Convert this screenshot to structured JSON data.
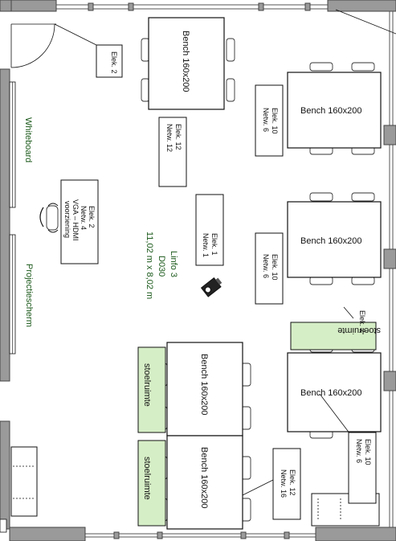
{
  "room": {
    "name": "Linfo 3",
    "code": "D030",
    "dimensions": "11,02 m x 8,02 m"
  },
  "walls": {
    "whiteboard": "Whiteboard",
    "projection_screen": "Projectiescherm"
  },
  "teacher_desk": {
    "line1": "Elek. 2",
    "line2": "Netw. 4",
    "line3": "VGA – HDMI",
    "line4": "voorziening"
  },
  "benches": [
    {
      "label": "Bench 160x200"
    },
    {
      "label": "Bench 160x200"
    },
    {
      "label": "Bench 160x200"
    },
    {
      "label": "Bench 160x200"
    },
    {
      "label": "Bench 160x200"
    },
    {
      "label": "Bench 160x200"
    }
  ],
  "outlets": [
    {
      "line1": "Elek. 2",
      "line2": ""
    },
    {
      "line1": "Elek. 12",
      "line2": "Netw. 12"
    },
    {
      "line1": "Elek. 1",
      "line2": "Netw. 1"
    },
    {
      "line1": "Elek. 10",
      "line2": "Netw. 6"
    },
    {
      "line1": "Elek. 10",
      "line2": "Netw. 6"
    },
    {
      "line1": "Elek. 2",
      "line2": ""
    },
    {
      "line1": "Elek. 10",
      "line2": "Netw. 6"
    },
    {
      "line1": "Elek. 12",
      "line2": "Netw. 16"
    }
  ],
  "storage": [
    {
      "label": "stoelruimte"
    },
    {
      "label": "stoelruimte"
    },
    {
      "label": "stoelruimte"
    }
  ],
  "colors": {
    "wall": "#9a9a9a",
    "storage_fill": "#d6eec6",
    "text_green": "#1c5a1c"
  },
  "icons": {
    "projector": "projector-icon",
    "chair": "office-chair-icon",
    "door": "door-swing-icon"
  }
}
